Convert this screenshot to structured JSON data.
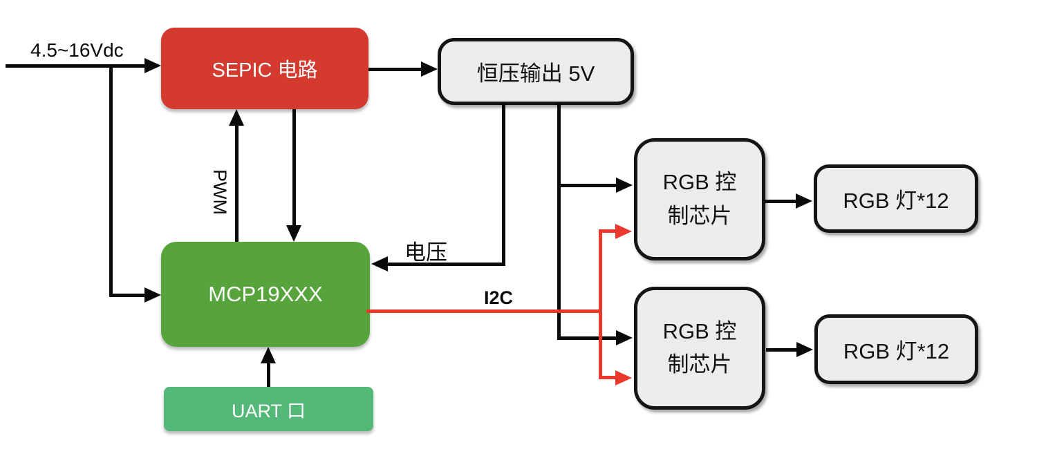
{
  "colors": {
    "box_red": "#d53a2e",
    "box_green": "#58a43c",
    "box_light_green": "#54b878",
    "box_gray": "#ececec",
    "line_black": "#0a0a0a",
    "line_red": "#e8392c",
    "border_dark": "#141414"
  },
  "diagram": {
    "input_label": "4.5~16Vdc",
    "nodes": {
      "sepic": {
        "label": "SEPIC 电路"
      },
      "cv5v": {
        "label": "恒压输出 5V"
      },
      "mcp": {
        "label": "MCP19XXX"
      },
      "uart": {
        "label": "UART 口"
      },
      "chip1": {
        "label": "RGB 控制芯片",
        "lines": [
          "RGB 控",
          "制芯片"
        ]
      },
      "chip2": {
        "label": "RGB 控制芯片",
        "lines": [
          "RGB 控",
          "制芯片"
        ]
      },
      "lamp1": {
        "label": "RGB 灯*12"
      },
      "lamp2": {
        "label": "RGB 灯*12"
      }
    },
    "edge_labels": {
      "pwm": "PWM",
      "voltage": "电压",
      "i2c": "I2C"
    }
  }
}
